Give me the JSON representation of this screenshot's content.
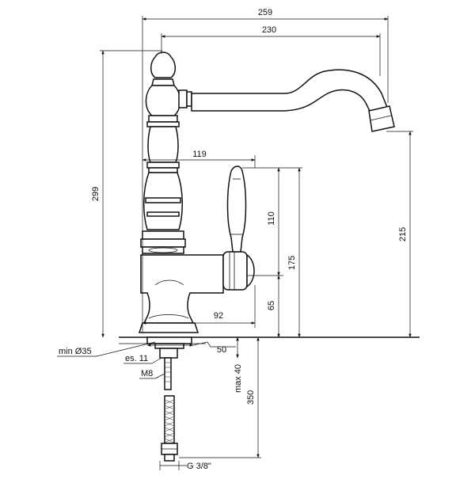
{
  "dimensions": {
    "overall_width": "259",
    "spout_reach": "230",
    "lever_offset": "119",
    "total_height": "299",
    "spout_height": "215",
    "lever_height": "175",
    "lever_length": "110",
    "body_height": "65",
    "body_depth": "92",
    "min_hole": "min Ø35",
    "thickness": "es. 11",
    "thread": "M8",
    "max_panel": "max 40",
    "hose_length": "350",
    "base_width": "50",
    "connector": "G 3/8\""
  }
}
